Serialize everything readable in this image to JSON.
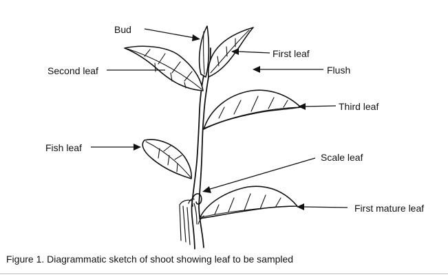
{
  "diagram": {
    "labels": {
      "bud": "Bud",
      "first_leaf": "First leaf",
      "second_leaf": "Second leaf",
      "flush": "Flush",
      "third_leaf": "Third leaf",
      "fish_leaf": "Fish leaf",
      "scale_leaf": "Scale leaf",
      "first_mature_leaf": "First mature leaf"
    },
    "caption": "Figure 1. Diagrammatic sketch of shoot showing leaf to be sampled"
  }
}
